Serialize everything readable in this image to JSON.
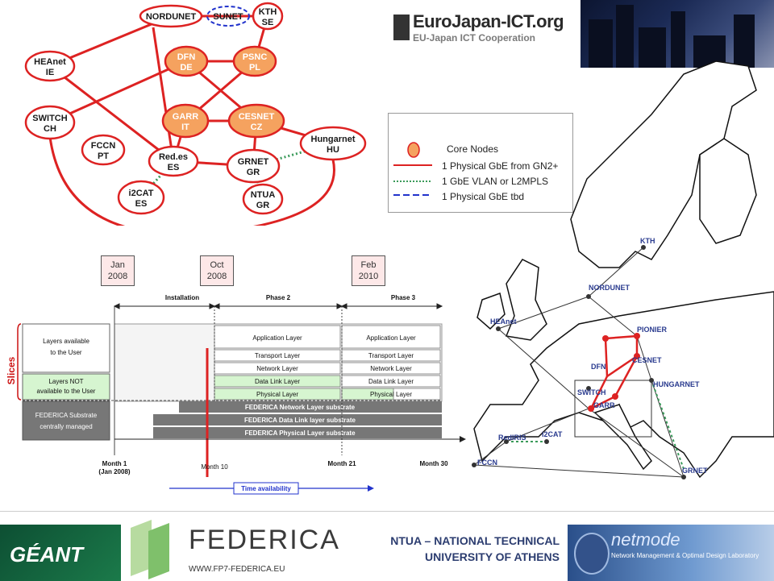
{
  "header": {
    "logo_title": "EuroJapan-ICT.org",
    "logo_subtitle": "EU-Japan ICT Cooperation"
  },
  "topology": {
    "nodes": [
      {
        "id": "nordunet",
        "l1": "NORDUNET",
        "l2": "",
        "fill": "#ffffff"
      },
      {
        "id": "sunet",
        "l1": "SUNET",
        "l2": "",
        "fill": "#ffffff"
      },
      {
        "id": "kth",
        "l1": "KTH",
        "l2": "SE",
        "fill": "#ffffff"
      },
      {
        "id": "heanet",
        "l1": "HEAnet",
        "l2": "IE",
        "fill": "#ffffff"
      },
      {
        "id": "dfn",
        "l1": "DFN",
        "l2": "DE",
        "fill": "#f5a25f"
      },
      {
        "id": "psnc",
        "l1": "PSNC",
        "l2": "PL",
        "fill": "#f5a25f"
      },
      {
        "id": "garr",
        "l1": "GARR",
        "l2": "IT",
        "fill": "#f5a25f"
      },
      {
        "id": "cesnet",
        "l1": "CESNET",
        "l2": "CZ",
        "fill": "#f5a25f"
      },
      {
        "id": "switch",
        "l1": "SWITCH",
        "l2": "CH",
        "fill": "#ffffff"
      },
      {
        "id": "fccn",
        "l1": "FCCN",
        "l2": "PT",
        "fill": "#ffffff"
      },
      {
        "id": "redes",
        "l1": "Red.es",
        "l2": "ES",
        "fill": "#ffffff"
      },
      {
        "id": "grnet",
        "l1": "GRNET",
        "l2": "GR",
        "fill": "#ffffff"
      },
      {
        "id": "hungarnet",
        "l1": "Hungarnet",
        "l2": "HU",
        "fill": "#ffffff"
      },
      {
        "id": "i2cat",
        "l1": "i2CAT",
        "l2": "ES",
        "fill": "#ffffff"
      },
      {
        "id": "ntua",
        "l1": "NTUA",
        "l2": "GR",
        "fill": "#ffffff"
      }
    ]
  },
  "legend": {
    "core_nodes": "Core Nodes",
    "physical_gn2": "1 Physical GbE from GN2+",
    "vlan": "1 GbE VLAN or L2MPLS",
    "physical_tbd": "1 Physical GbE tbd"
  },
  "timeline": {
    "dates": [
      {
        "l1": "Jan",
        "l2": "2008"
      },
      {
        "l1": "Oct",
        "l2": "2008"
      },
      {
        "l1": "Feb",
        "l2": "2010"
      }
    ],
    "phases": {
      "installation": "Installation",
      "phase2": "Phase 2",
      "phase3": "Phase 3"
    },
    "slices_label": "Slices",
    "left_labels": {
      "layers_available_1": "Layers available",
      "layers_available_2": "to the User",
      "layers_not_1": "Layers NOT",
      "layers_not_2": "available to the User",
      "substrate_1": "FEDERICA Substrate",
      "substrate_2": "centrally managed"
    },
    "layers": [
      "Application Layer",
      "Transport Layer",
      "Network Layer",
      "Data Link Layer",
      "Physical Layer"
    ],
    "substrates": [
      "FEDERICA Network Layer substrate",
      "FEDERICA Data Link layer substrate",
      "FEDERICA Physical Layer substrate"
    ],
    "months": {
      "m1a": "Month 1",
      "m1b": "(Jan 2008)",
      "m10": "Month 10",
      "m21": "Month 21",
      "m30": "Month 30"
    },
    "time_availability": "Time availability"
  },
  "map": {
    "labels": [
      "KTH",
      "NORDUNET",
      "HEAnet",
      "PIONIER",
      "CESNET",
      "DFN",
      "HUNGARNET",
      "SWITCH",
      "GARR",
      "RedIRIS",
      "i2CAT",
      "FCCN",
      "GRNET"
    ]
  },
  "footer": {
    "geant": "GÉANT",
    "federica_name": "FEDERICA",
    "federica_url": "WWW.FP7-FEDERICA.EU",
    "ntua_line1": "NTUA – NATIONAL TECHNICAL",
    "ntua_line2": "UNIVERSITY OF ATHENS",
    "netmode_name": "netmode",
    "netmode_sub": "Network Management & Optimal Design Laboratory"
  },
  "colors": {
    "link": "#dd2222",
    "vlan": "#3a9a5a",
    "tbd": "#2233cc",
    "core": "#f5a25f"
  }
}
